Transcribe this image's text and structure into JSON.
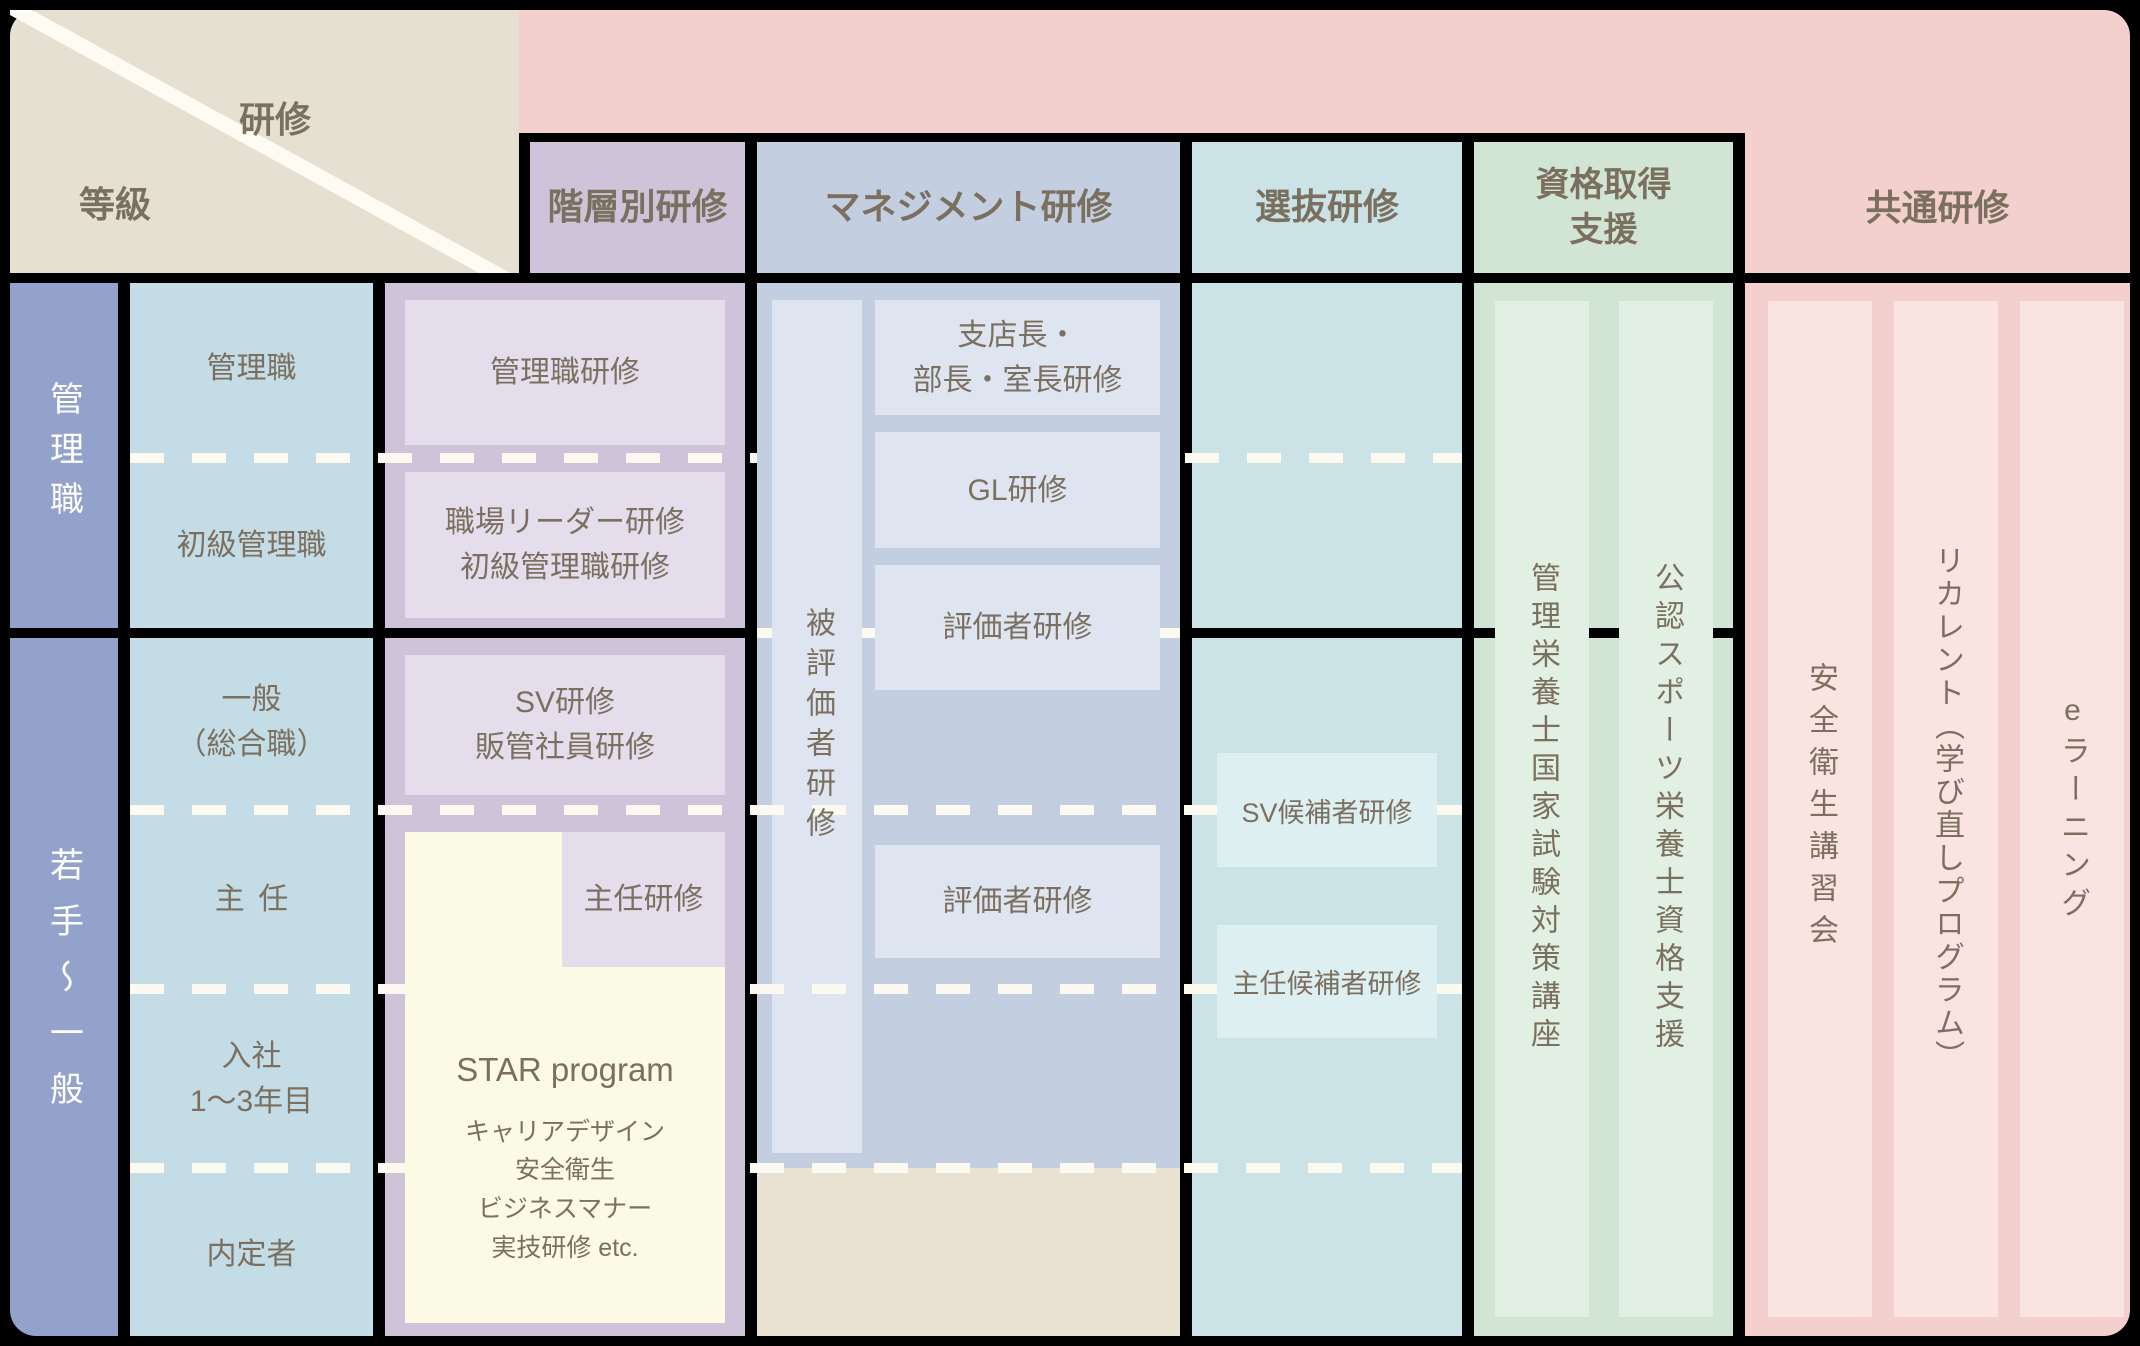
{
  "colors": {
    "background": "#000000",
    "corner_beige": "#e6e0d3",
    "pink": "#f3d0cd",
    "pink_light": "#f9e4e1",
    "purple": "#cec3d8",
    "purple_light": "#e4ddec",
    "bluegray": "#c3cfe0",
    "bluegray_light": "#dee5f0",
    "teal": "#cbe2e6",
    "teal_light": "#ddeff0",
    "green": "#d2e5d5",
    "green_light": "#e1f0e2",
    "indigo_strip": "#93a2cb",
    "lightblue": "#c4dce6",
    "cream": "#fafae5",
    "sand": "#e9e1d2",
    "text_brown": "#7b7060",
    "white_line": "#fcfaf0"
  },
  "corner": {
    "axis_top": "研修",
    "axis_bottom": "等級"
  },
  "headers": {
    "hierarchy": "階層別研修",
    "management": "マネジメント研修",
    "selection": "選抜研修",
    "qualification_l1": "資格取得",
    "qualification_l2": "支援",
    "common": "共通研修"
  },
  "grades": {
    "section_manager": "管理職",
    "section_young": "若手～一般",
    "manager": "管理職",
    "junior_manager": "初級管理職",
    "general_l1": "一般",
    "general_l2": "（総合職）",
    "chief": "主任",
    "newhire_l1": "入社",
    "newhire_l2": "1～3年目",
    "prospective": "内定者"
  },
  "hierarchy": {
    "manager_training": "管理職研修",
    "leader_l1": "職場リーダー研修",
    "leader_l2": "初級管理職研修",
    "sv_l1": "SV研修",
    "sv_l2": "販管社員研修",
    "chief_training": "主任研修",
    "star_title": "STAR program",
    "star_items": [
      "キャリアデザイン",
      "安全衛生",
      "ビジネスマナー",
      "実技研修 etc."
    ]
  },
  "management": {
    "evaluated": "被評価者研修",
    "branch_l1": "支店長・",
    "branch_l2": "部長・室長研修",
    "gl": "GL研修",
    "evaluator1": "評価者研修",
    "evaluator2": "評価者研修"
  },
  "selection": {
    "sv_candidate": "SV候補者研修",
    "chief_candidate": "主任候補者研修"
  },
  "qualification": {
    "dietitian": "管理栄養士国家試験対策講座",
    "sports": "公認スポーツ栄養士資格支援"
  },
  "common": {
    "safety": "安全衛生講習会",
    "recurrent": "リカレント（学び直しプログラム）",
    "elearning": "eラーニング"
  }
}
